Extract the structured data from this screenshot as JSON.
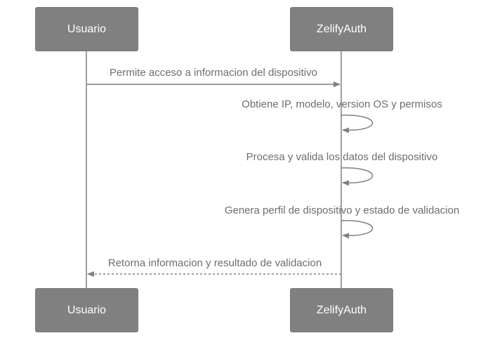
{
  "participants": [
    {
      "id": "usuario",
      "label": "Usuario"
    },
    {
      "id": "zelifyauth",
      "label": "ZelifyAuth"
    }
  ],
  "messages": [
    {
      "from": "Usuario",
      "to": "ZelifyAuth",
      "label": "Permite acceso a informacion del dispositivo",
      "style": "solid"
    },
    {
      "from": "ZelifyAuth",
      "to": "ZelifyAuth",
      "label": "Obtiene IP, modelo, version OS y permisos",
      "style": "solid"
    },
    {
      "from": "ZelifyAuth",
      "to": "ZelifyAuth",
      "label": "Procesa y valida los datos del dispositivo",
      "style": "solid"
    },
    {
      "from": "ZelifyAuth",
      "to": "ZelifyAuth",
      "label": "Genera perfil de dispositivo y estado de validacion",
      "style": "solid"
    },
    {
      "from": "ZelifyAuth",
      "to": "Usuario",
      "label": "Retorna informacion y resultado de validacion",
      "style": "dashed"
    }
  ],
  "colors": {
    "actor_fill": "#808080",
    "actor_text": "#ffffff",
    "line": "#808080",
    "label_text": "#6e6e6e"
  }
}
